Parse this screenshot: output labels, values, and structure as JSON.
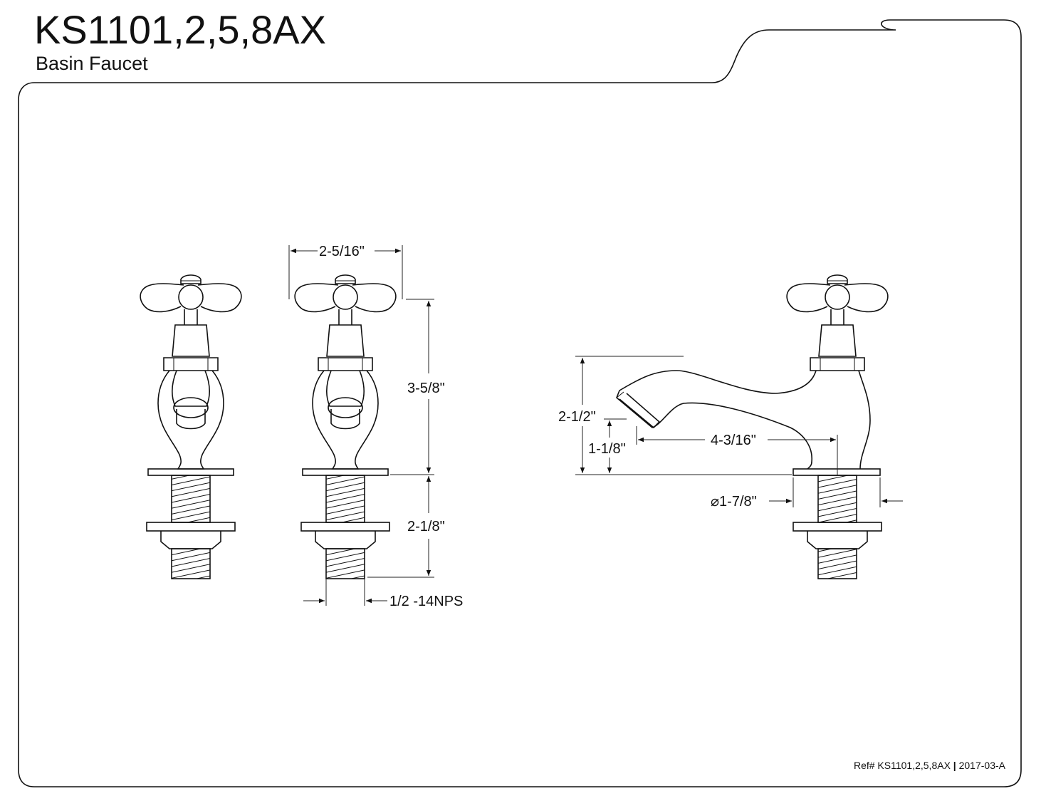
{
  "header": {
    "title": "KS1101,2,5,8AX",
    "subtitle": "Basin Faucet"
  },
  "footer": {
    "ref_label": "Ref#",
    "ref_model": "KS1101,2,5,8AX",
    "separator": "|",
    "revision": "2017-03-A"
  },
  "dimensions": {
    "handle_width": "2-5/16\"",
    "valve_height": "3-5/8\"",
    "shank_length": "2-1/8\"",
    "thread": "1/2  -14NPS",
    "spout_height": "2-1/2\"",
    "spout_clearance": "1-1/8\"",
    "spout_reach": "4-3/16\"",
    "base_diameter": "⌀1-7/8\""
  }
}
